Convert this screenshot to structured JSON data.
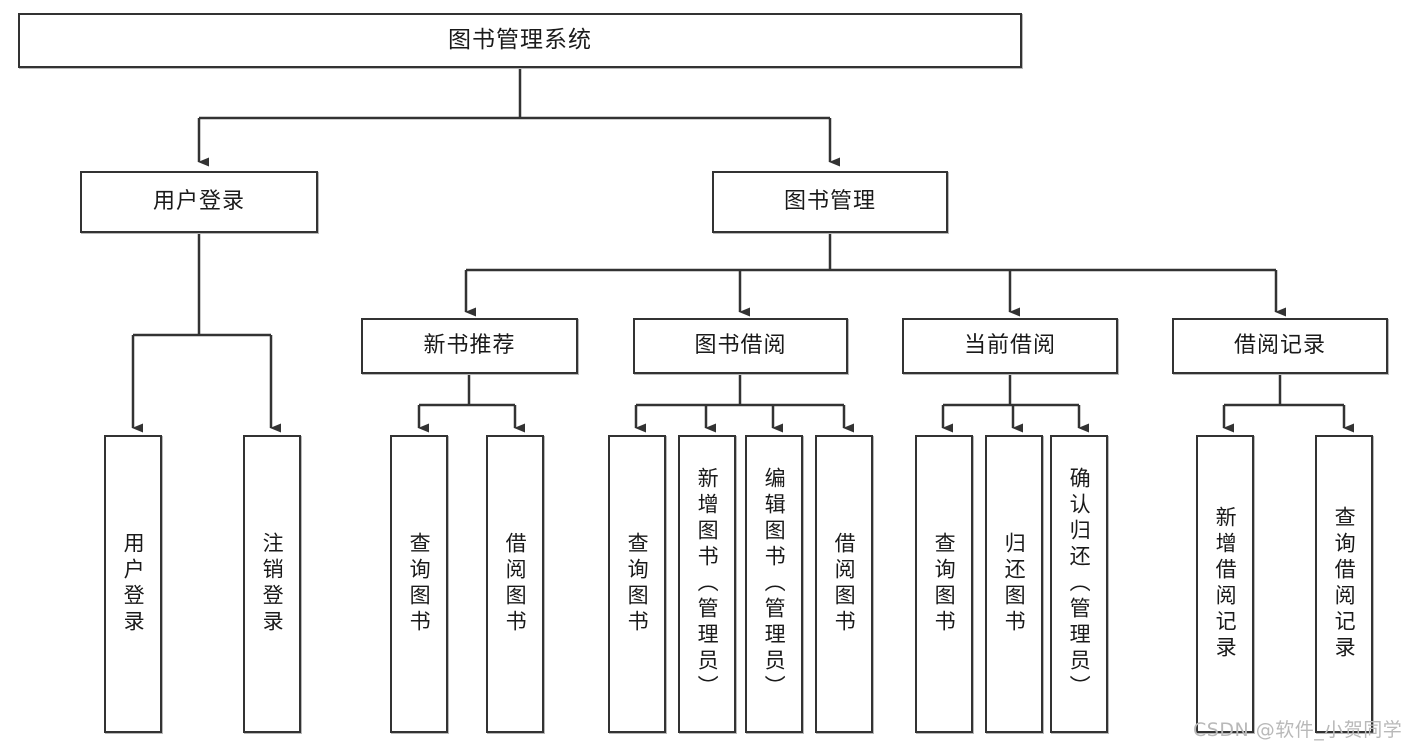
{
  "diagram": {
    "title": "图书管理系统",
    "type": "hierarchy-tree",
    "background_color": "#ffffff",
    "line_color": "#333333",
    "box_border_color": "#333333",
    "text_color": "#1a1a1a",
    "root": {
      "label": "图书管理系统"
    },
    "level1": [
      {
        "label": "用户登录"
      },
      {
        "label": "图书管理"
      }
    ],
    "level2": [
      {
        "label": "新书推荐"
      },
      {
        "label": "图书借阅"
      },
      {
        "label": "当前借阅"
      },
      {
        "label": "借阅记录"
      }
    ],
    "leaves": {
      "user_login": [
        {
          "label": "用户登录"
        },
        {
          "label": "注销登录"
        }
      ],
      "new_book": [
        {
          "label": "查询图书"
        },
        {
          "label": "借阅图书"
        }
      ],
      "book_borrow": [
        {
          "label": "查询图书"
        },
        {
          "label": "新增图书（管理员）"
        },
        {
          "label": "编辑图书（管理员）"
        },
        {
          "label": "借阅图书"
        }
      ],
      "current_borrow": [
        {
          "label": "查询图书"
        },
        {
          "label": "归还图书"
        },
        {
          "label": "确认归还（管理员）"
        }
      ],
      "borrow_record": [
        {
          "label": "新增借阅记录"
        },
        {
          "label": "查询借阅记录"
        }
      ]
    }
  },
  "watermark": {
    "text": "CSDN @软件_小贺同学"
  }
}
